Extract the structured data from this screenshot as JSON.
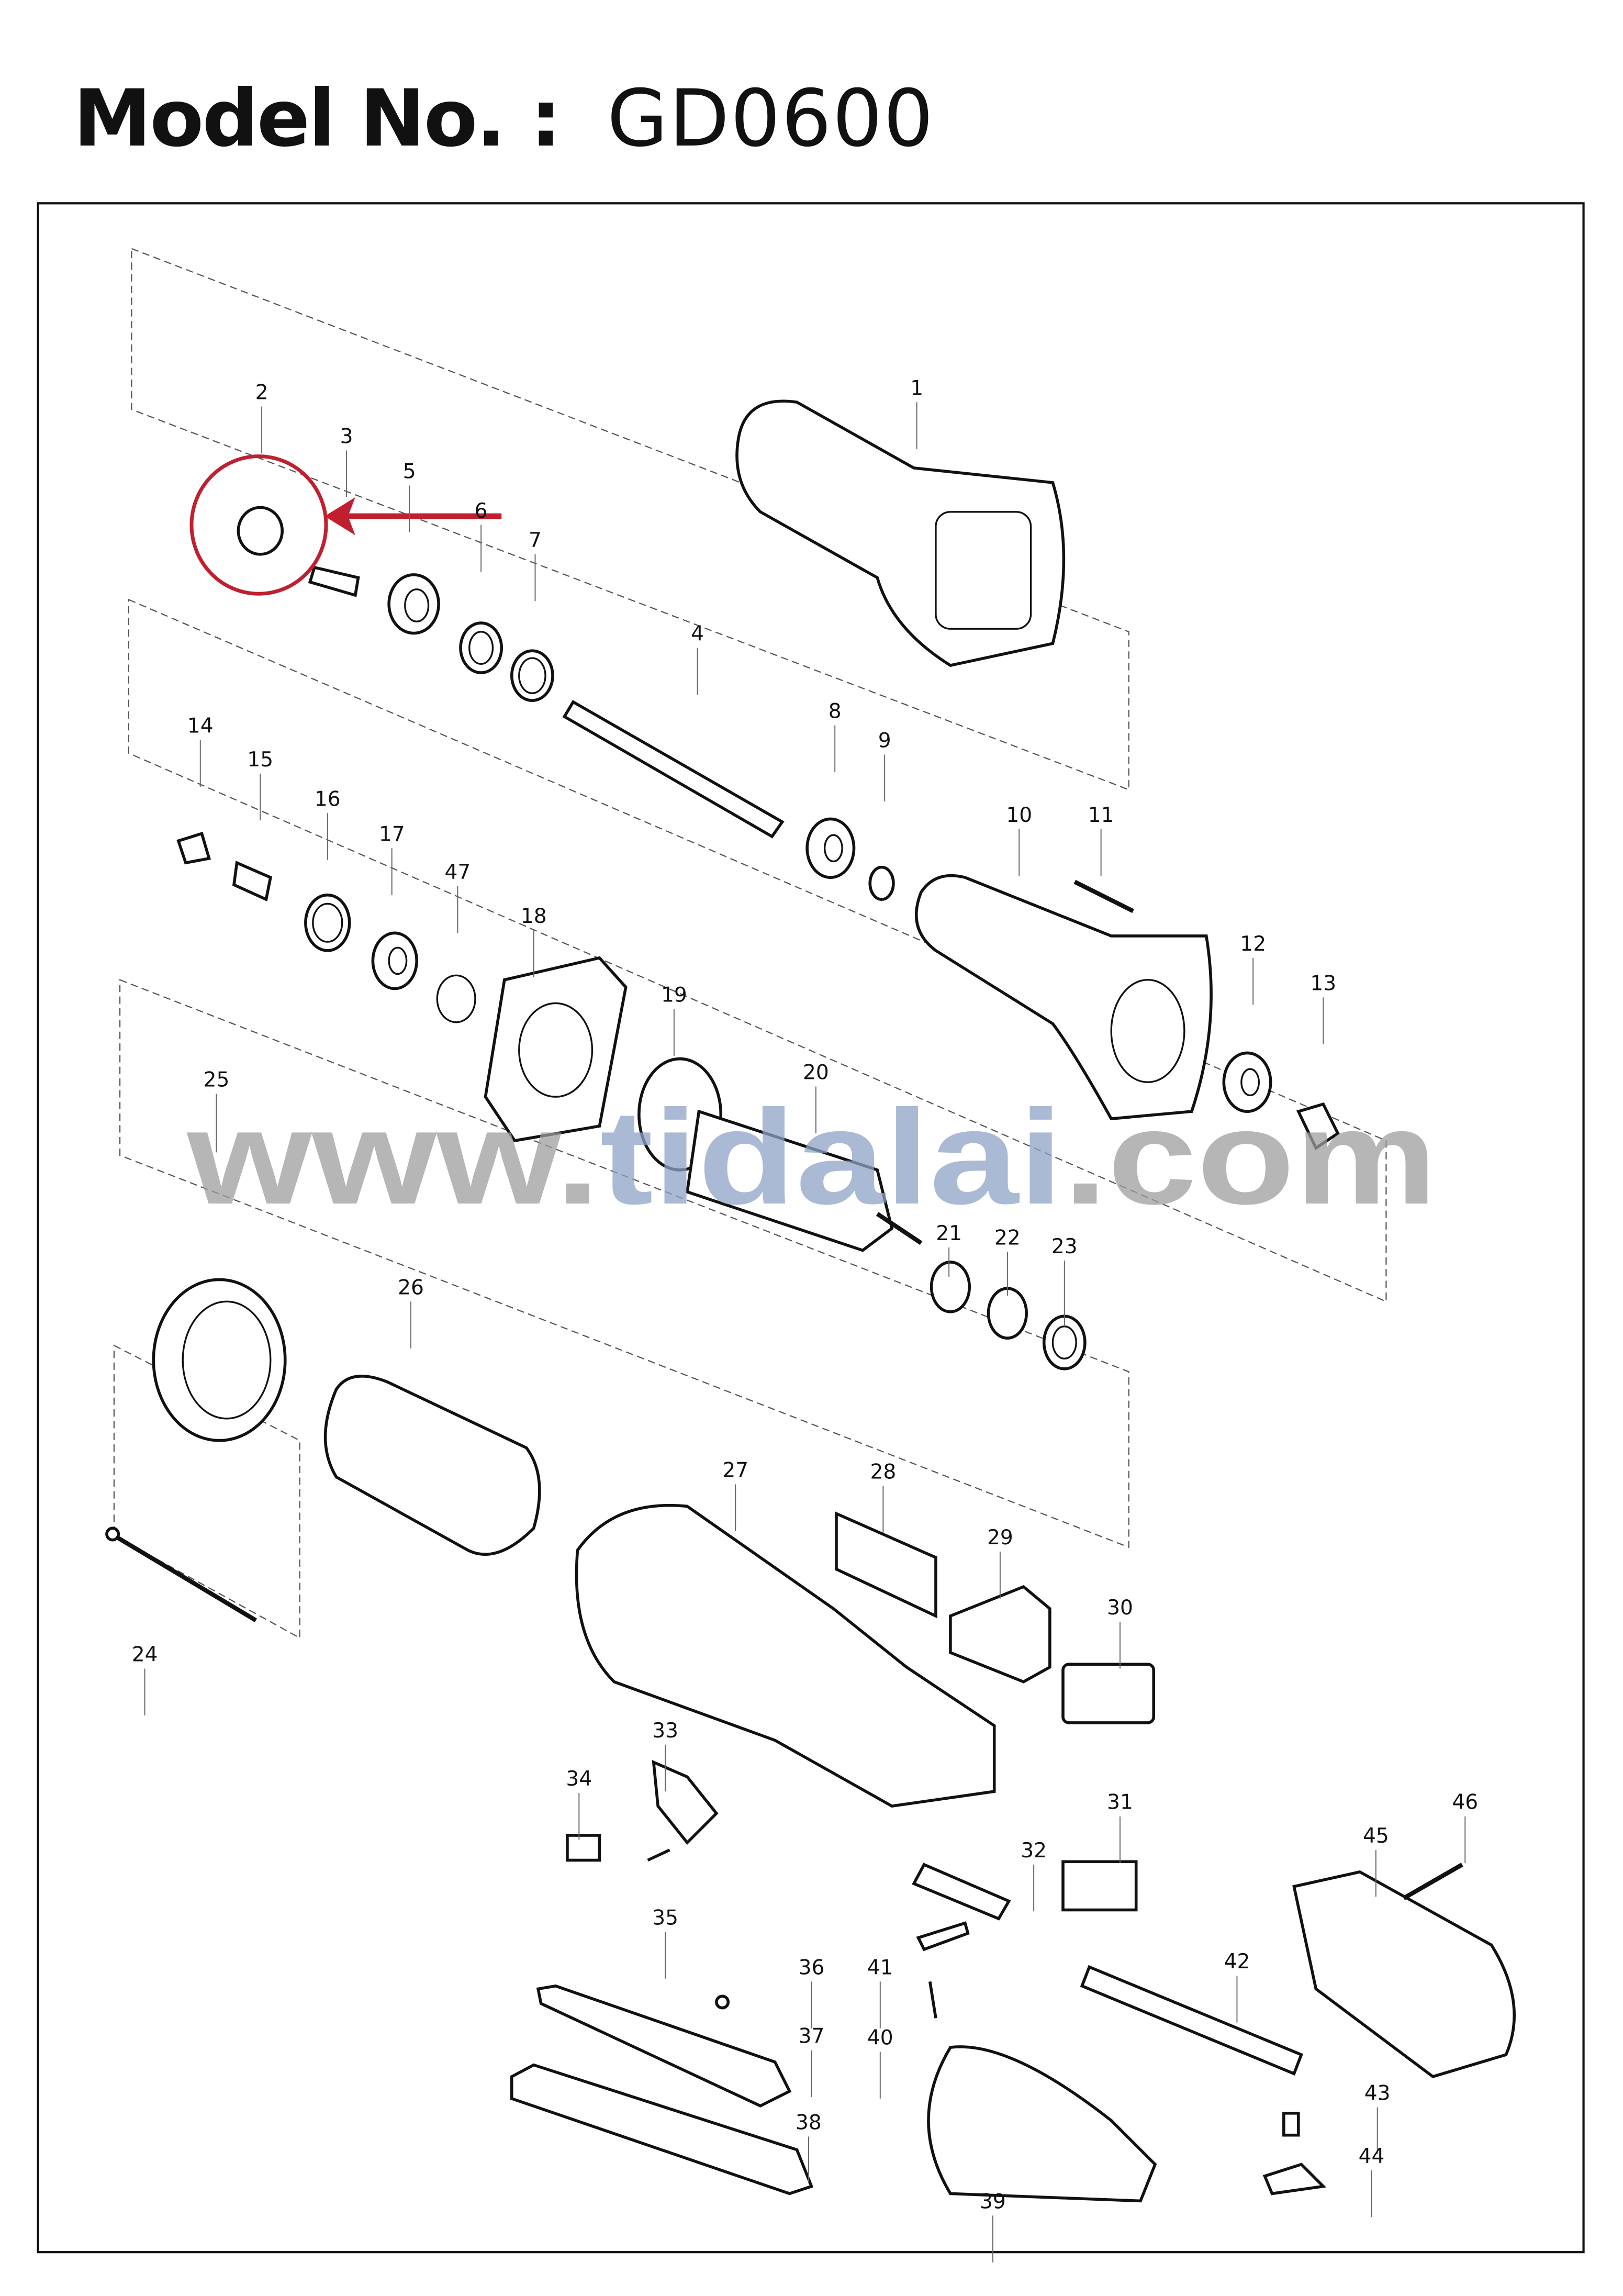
{
  "title": {
    "label": "Model No. :",
    "model": "GD0600"
  },
  "watermark": {
    "prefix": "www.",
    "brand": "tidalai",
    "suffix": ".com",
    "brand_color": "#8fa3c6",
    "gray": "#9e9e9e"
  },
  "highlight": {
    "part_number": "2",
    "color": "#c01f2f"
  },
  "parts": [
    "1",
    "2",
    "3",
    "4",
    "5",
    "6",
    "7",
    "8",
    "9",
    "10",
    "11",
    "12",
    "13",
    "14",
    "15",
    "16",
    "17",
    "18",
    "19",
    "20",
    "21",
    "22",
    "23",
    "24",
    "25",
    "26",
    "27",
    "28",
    "29",
    "30",
    "31",
    "32",
    "33",
    "34",
    "35",
    "36",
    "37",
    "38",
    "39",
    "40",
    "41",
    "42",
    "43",
    "44",
    "45",
    "46",
    "47"
  ]
}
